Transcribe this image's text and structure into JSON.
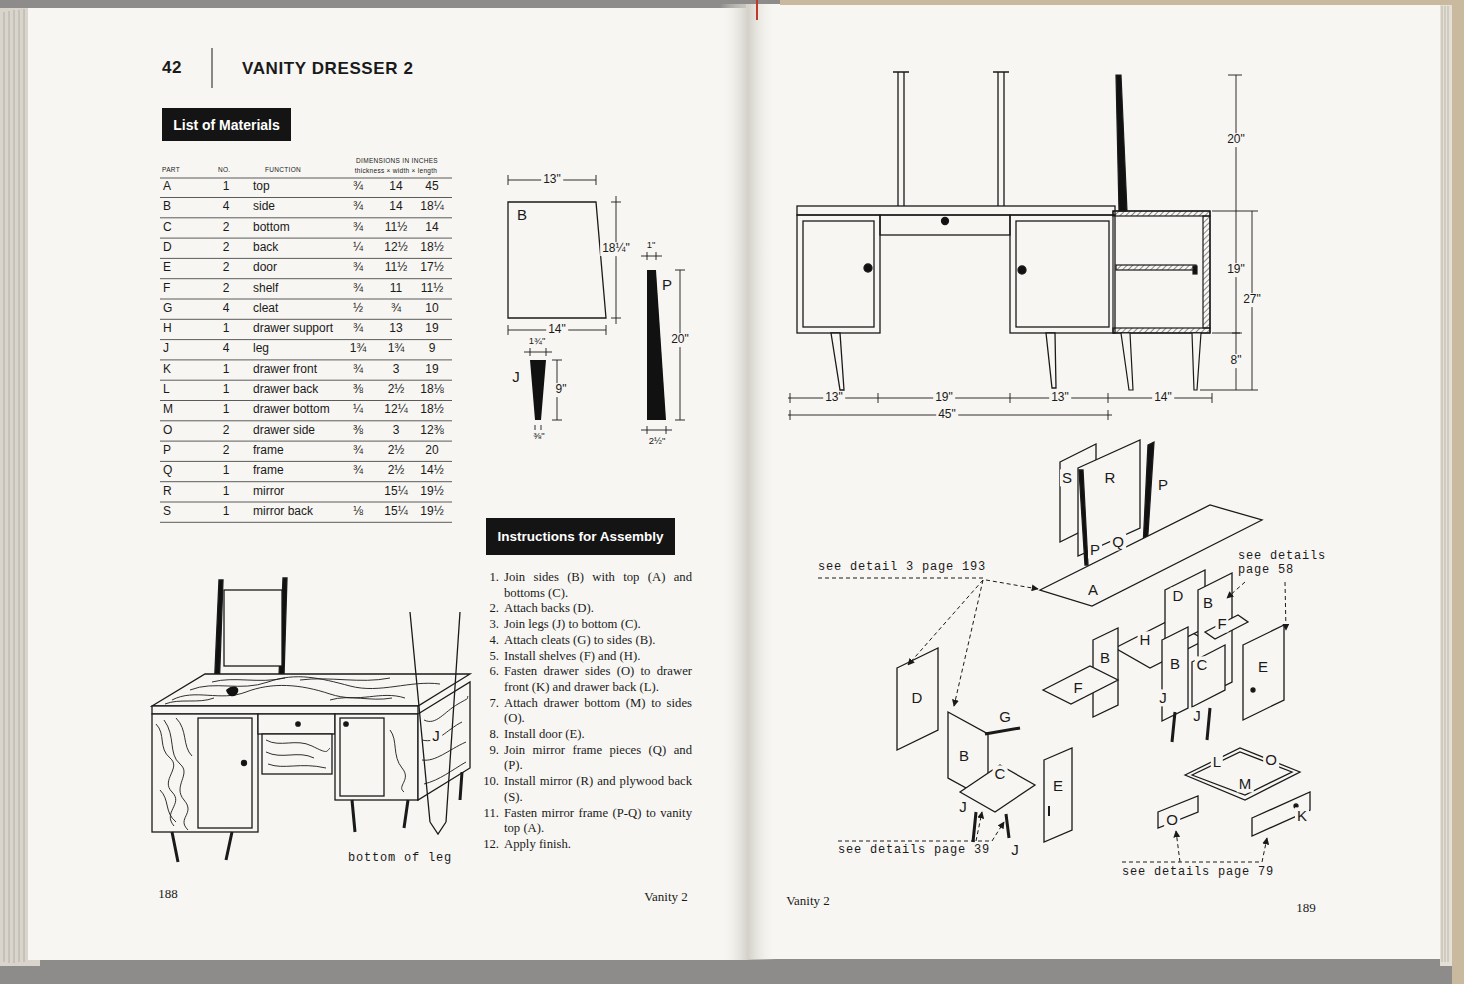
{
  "diagram": {
    "title": "VANITY DRESSER 2",
    "nodes": [
      {
        "text": [
          "List of Materials"
        ]
      },
      {
        "text": [
          "Instructions for Assembly"
        ]
      }
    ],
    "labels": [
      "42",
      "PART",
      "NO.",
      "FUNCTION",
      "DIMENSIONS IN INCHES",
      "thickness × width × length",
      "A",
      "1",
      "top",
      "¾",
      "14",
      "45",
      "B",
      "4",
      "side",
      "¾",
      "14",
      "18¼",
      "C",
      "2",
      "bottom",
      "¾",
      "11½",
      "14",
      "D",
      "2",
      "back",
      "¼",
      "12½",
      "18½",
      "E",
      "2",
      "door",
      "¾",
      "11½",
      "17½",
      "F",
      "2",
      "shelf",
      "¾",
      "11",
      "11½",
      "G",
      "4",
      "cleat",
      "½",
      "¾",
      "10",
      "H",
      "1",
      "drawer support",
      "¾",
      "13",
      "19",
      "J",
      "4",
      "leg",
      "1¾",
      "1¾",
      "9",
      "K",
      "1",
      "drawer front",
      "¾",
      "3",
      "19",
      "L",
      "1",
      "drawer back",
      "⅜",
      "2½",
      "18⅛",
      "M",
      "1",
      "drawer bottom",
      "¼",
      "12¼",
      "18½",
      "O",
      "2",
      "drawer side",
      "⅜",
      "3",
      "12⅜",
      "P",
      "2",
      "frame",
      "¾",
      "2½",
      "20",
      "Q",
      "1",
      "frame",
      "¾",
      "2½",
      "14½",
      "R",
      "1",
      "mirror",
      "15¼",
      "19½",
      "S",
      "1",
      "mirror back",
      "⅛",
      "15¼",
      "19½",
      "13\"",
      "B",
      "18¼\"",
      "14\"",
      "1\"",
      "P",
      "20\"",
      "2½\"",
      "1¾\"",
      "J",
      "9\"",
      "⅜\"",
      "1.",
      "Join sides (B) with top (A) and bottoms (C).",
      "2.",
      "Attach backs (D).",
      "3.",
      "Join legs (J) to bottom (C).",
      "4.",
      "Attach cleats (G) to sides (B).",
      "5.",
      "Install shelves (F) and (H).",
      "6.",
      "Fasten drawer sides (O) to drawer front (K) and drawer back (L).",
      "7.",
      "Attach drawer bottom (M) to sides (O).",
      "8.",
      "Install door (E).",
      "9.",
      "Join mirror frame pieces (Q) and (P).",
      "10.",
      "Install mirror (R) and plywood back (S).",
      "11.",
      "Fasten mirror frame (P-Q) to vanity top (A).",
      "12.",
      "Apply finish.",
      "J",
      "bottom of leg",
      "188",
      "Vanity 2",
      "Vanity 2",
      "189",
      "13\"",
      "19\"",
      "13\"",
      "14\"",
      "45\"",
      "20\"",
      "19\"",
      "27\"",
      "8\"",
      "S",
      "R",
      "P",
      "P",
      "Q",
      "A",
      "D",
      "B",
      "F",
      "H",
      "B",
      "F",
      "B",
      "C",
      "E",
      "J",
      "J",
      "D",
      "G",
      "B",
      "C",
      "E",
      "J",
      "J",
      "L",
      "O",
      "M",
      "O",
      "K",
      "see detail 3 page 193",
      "see details page 58",
      "see details page 39",
      "see details page 79"
    ]
  }
}
